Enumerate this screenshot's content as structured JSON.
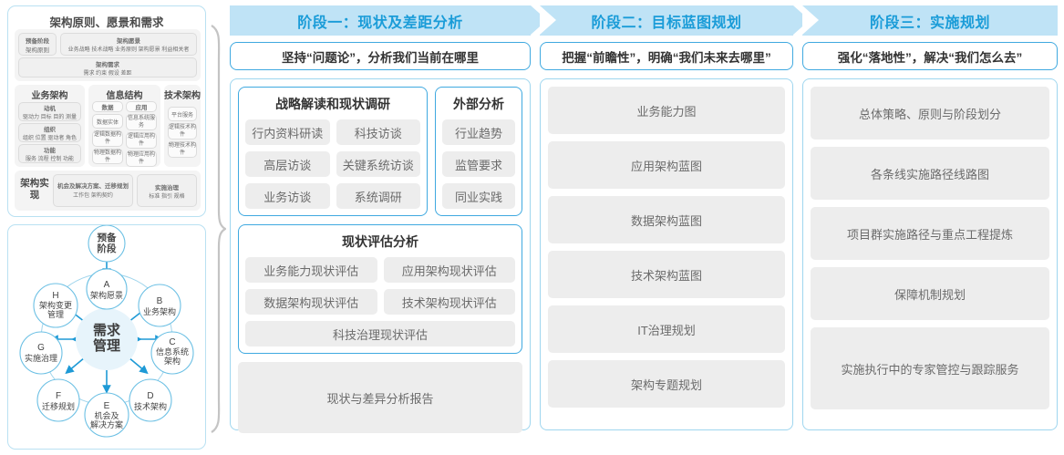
{
  "left_panel": {
    "togaf_content_framework": {
      "title": "架构原则、愿景和需求",
      "prep": {
        "label_top": "预备阶段",
        "label_bottom": "架构原则"
      },
      "vision": {
        "title": "架构愿景",
        "items": "业务战略 技术战略 业务原则 架构愿景 利益相关者"
      },
      "requirements": {
        "title": "架构需求",
        "items": "需求    约束    假设    差距"
      },
      "columns": [
        {
          "title": "业务架构",
          "cells": [
            {
              "title": "动机",
              "sub": "驱动力 目标 目的 测量"
            },
            {
              "title": "组织",
              "sub": "组织 位置 驱动者 角色"
            },
            {
              "title": "功能",
              "sub": "服务 流程 控制 功能"
            }
          ]
        },
        {
          "title": "信息结构",
          "sub_columns": [
            {
              "title": "数据",
              "cells": [
                "数据实体",
                "逻辑数据构件",
                "物理数据构件"
              ]
            },
            {
              "title": "应用",
              "cells": [
                "信息系统服务",
                "逻辑应用构件",
                "物理应用构件"
              ]
            }
          ]
        },
        {
          "title": "技术架构",
          "cells": [
            "平台服务",
            "逻辑技术构件",
            "物理技术构件"
          ]
        }
      ],
      "realization": {
        "label": "架构实现",
        "blocks": [
          {
            "title": "机会及解决方案、迁移规划",
            "sub": "工作包  架构契约"
          },
          {
            "title": "实施治理",
            "sub": "标准  指引  规格"
          }
        ]
      }
    },
    "adm_cycle": {
      "center": "需求管理",
      "top_node": "预备阶段",
      "nodes": [
        {
          "letter": "A",
          "label": "架构愿景"
        },
        {
          "letter": "B",
          "label": "业务架构"
        },
        {
          "letter": "C",
          "label": "信息系统架构"
        },
        {
          "letter": "D",
          "label": "技术架构"
        },
        {
          "letter": "E",
          "label": "机会及解决方案"
        },
        {
          "letter": "F",
          "label": "迁移规划"
        },
        {
          "letter": "G",
          "label": "实施治理"
        },
        {
          "letter": "H",
          "label": "架构变更管理"
        }
      ]
    }
  },
  "phases": [
    {
      "banner": "阶段一：现状及差距分析",
      "subtitle": "坚持“问题论”，分析我们当前在哪里",
      "groups": [
        {
          "title": "战略解读和现状调研",
          "rows": [
            [
              "行内资料研读",
              "科技访谈"
            ],
            [
              "高层访谈",
              "关键系统访谈"
            ],
            [
              "业务访谈",
              "系统调研"
            ]
          ]
        },
        {
          "title": "外部分析",
          "rows": [
            [
              "行业趋势"
            ],
            [
              "监管要求"
            ],
            [
              "同业实践"
            ]
          ]
        },
        {
          "title": "现状评估分析",
          "rows": [
            [
              "业务能力现状评估",
              "应用架构现状评估"
            ],
            [
              "数据架构现状评估",
              "技术架构现状评估"
            ],
            [
              "科技治理现状评估"
            ]
          ]
        }
      ],
      "report": "现状与差异分析报告"
    },
    {
      "banner": "阶段二：目标蓝图规划",
      "subtitle": "把握“前瞻性”，明确“我们未来去哪里”",
      "items": [
        "业务能力图",
        "应用架构蓝图",
        "数据架构蓝图",
        "技术架构蓝图",
        "IT治理规划",
        "架构专题规划"
      ]
    },
    {
      "banner": "阶段三：实施规划",
      "subtitle": "强化“落地性”，解决“我们怎么去”",
      "items": [
        "总体策略、原则与阶段划分",
        "各条线实施路径线路图",
        "项目群实施路径与重点工程提炼",
        "保障机制规划",
        "实施执行中的专家管控与跟踪服务"
      ]
    }
  ],
  "colors": {
    "banner_bg": "#bfe3f6",
    "banner_text": "#1a9cd8",
    "border_blue": "#3fa9e0",
    "panel_border": "#9fd6ef",
    "chip_bg": "#ededed",
    "chip_text": "#6b6b6b",
    "node_fill": "#e7f4fb",
    "node_stroke": "#6cc0e4",
    "arrow": "#1e9ad6"
  }
}
